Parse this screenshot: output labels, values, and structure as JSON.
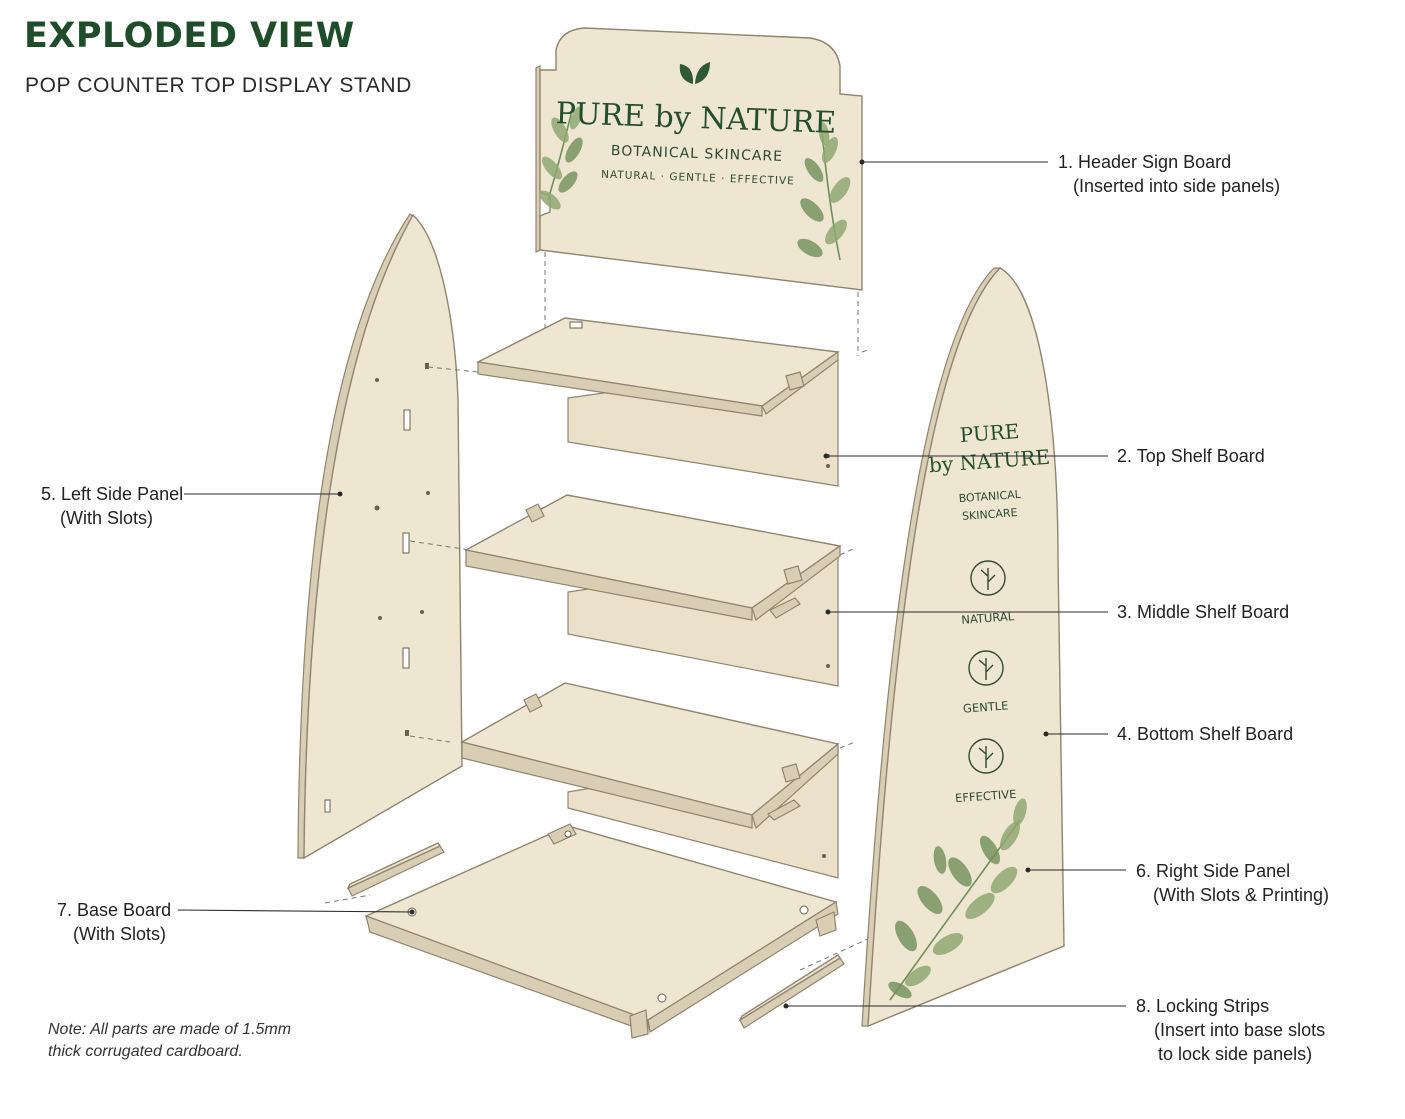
{
  "header": {
    "title": "EXPLODED VIEW",
    "subtitle": "POP COUNTER TOP DISPLAY STAND"
  },
  "brand": {
    "name": "PURE by NATURE",
    "name_line1": "PURE",
    "name_line2": "by NATURE",
    "tagline": "BOTANICAL SKINCARE",
    "tagline_line1": "BOTANICAL",
    "tagline_line2": "SKINCARE",
    "values_line": "NATURAL · GENTLE · EFFECTIVE",
    "values": [
      "NATURAL",
      "GENTLE",
      "EFFECTIVE"
    ]
  },
  "parts": [
    {
      "number": "1.",
      "name": "Header Sign Board",
      "detail": [
        "(Inserted into side panels)"
      ]
    },
    {
      "number": "2.",
      "name": "Top Shelf Board",
      "detail": []
    },
    {
      "number": "3.",
      "name": "Middle Shelf Board",
      "detail": []
    },
    {
      "number": "4.",
      "name": "Bottom Shelf Board",
      "detail": []
    },
    {
      "number": "5.",
      "name": "Left Side Panel",
      "detail": [
        "(With Slots)"
      ]
    },
    {
      "number": "6.",
      "name": "Right Side Panel",
      "detail": [
        "(With Slots & Printing)"
      ]
    },
    {
      "number": "7.",
      "name": "Base Board",
      "detail": [
        "(With Slots)"
      ]
    },
    {
      "number": "8.",
      "name": "Locking Strips",
      "detail": [
        "(Insert into base slots",
        "to lock side panels)"
      ]
    }
  ],
  "labels": {
    "p1_title": "1. Header Sign Board",
    "p1_sub": "(Inserted into side panels)",
    "p2_title": "2. Top Shelf Board",
    "p3_title": "3. Middle Shelf Board",
    "p4_title": "4. Bottom Shelf Board",
    "p5_title": "5. Left Side Panel",
    "p5_sub": "(With Slots)",
    "p6_title": "6. Right Side Panel",
    "p6_sub": "(With Slots & Printing)",
    "p7_title": "7. Base Board",
    "p7_sub": "(With Slots)",
    "p8_title": "8. Locking Strips",
    "p8_sub1": "(Insert into base slots",
    "p8_sub2": "to lock side panels)"
  },
  "note": {
    "line1": "Note: All parts are made of 1.5mm",
    "line2": "thick corrugated cardboard."
  },
  "colors": {
    "title_green": "#1f4d2a",
    "cardboard": "#efe6d2",
    "cardboard_edge": "#d9cdb3",
    "leaf_green": "#8fa873",
    "outline": "#8f846f"
  }
}
